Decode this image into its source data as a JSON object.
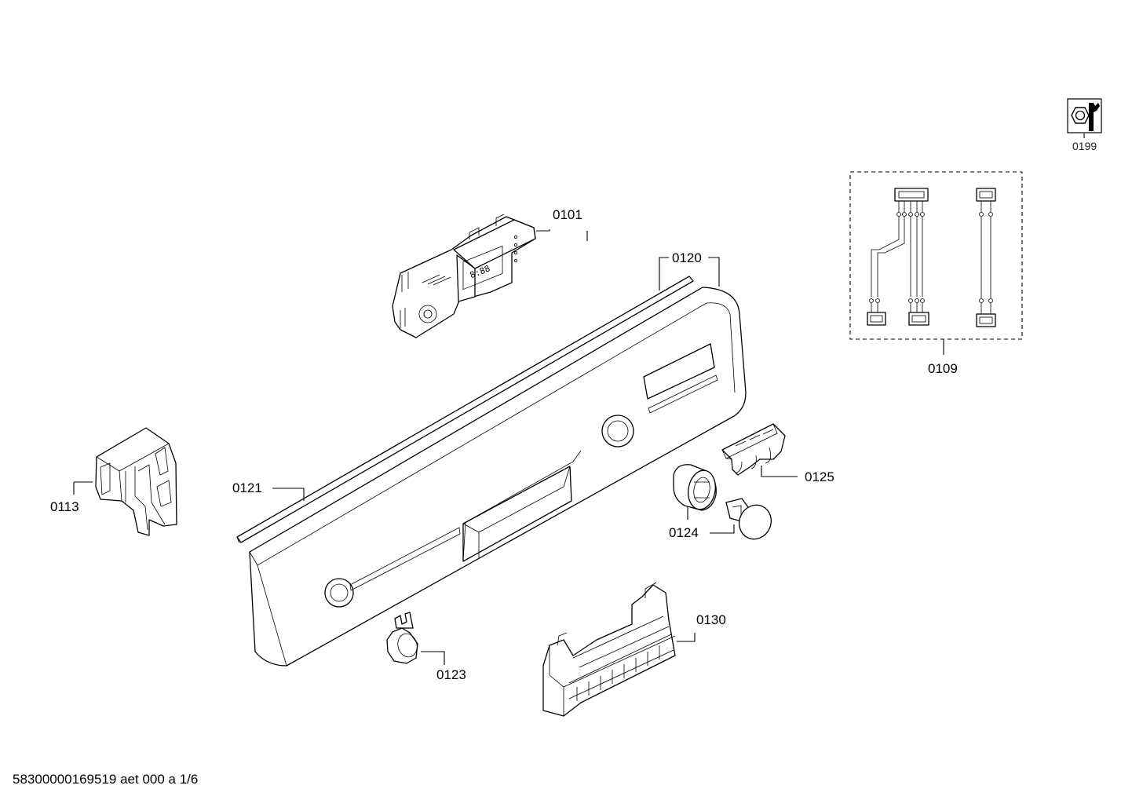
{
  "diagram": {
    "callouts": [
      {
        "id": "c0101",
        "text": "0101"
      },
      {
        "id": "c0120",
        "text": "0120"
      },
      {
        "id": "c0109",
        "text": "0109"
      },
      {
        "id": "c0121",
        "text": "0121"
      },
      {
        "id": "c0113",
        "text": "0113"
      },
      {
        "id": "c0125",
        "text": "0125"
      },
      {
        "id": "c0124",
        "text": "0124"
      },
      {
        "id": "c0130",
        "text": "0130"
      },
      {
        "id": "c0123",
        "text": "0123"
      }
    ],
    "tool_callout": {
      "text": "0199",
      "icon": "wrench-nut-icon"
    },
    "display_digits": "8:88",
    "footer": "58300000169519 aet 000 a 1/6"
  }
}
